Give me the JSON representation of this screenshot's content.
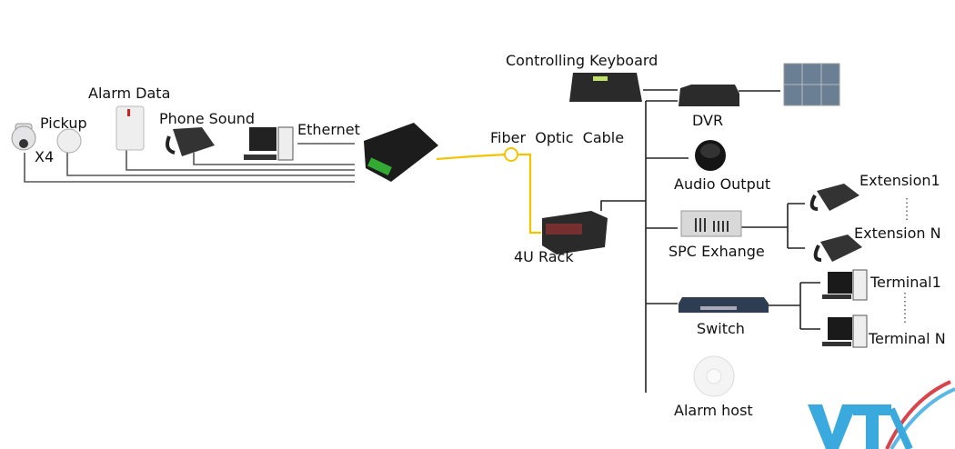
{
  "labels": {
    "alarm_data": "Alarm Data",
    "pickup": "Pickup",
    "camera_count": "X4",
    "phone_sound": "Phone Sound",
    "ethernet": "Ethernet",
    "fiber_optic_cable": "Fiber  Optic  Cable",
    "rack": "4U Rack",
    "controlling_keyboard": "Controlling Keyboard",
    "dvr": "DVR",
    "audio_output": "Audio Output",
    "spc_exchange": "SPC Exhange",
    "extension_1": "Extension1",
    "extension_n": "Extension N",
    "switch": "Switch",
    "terminal_1": "Terminal1",
    "terminal_n": "Terminal N",
    "alarm_host": "Alarm host"
  },
  "logo": {
    "text": "VTX",
    "colors": {
      "blue": "#3aa9dd",
      "red": "#d9444b"
    }
  },
  "colors": {
    "fiber": "#f2c400",
    "line": "#222222"
  }
}
